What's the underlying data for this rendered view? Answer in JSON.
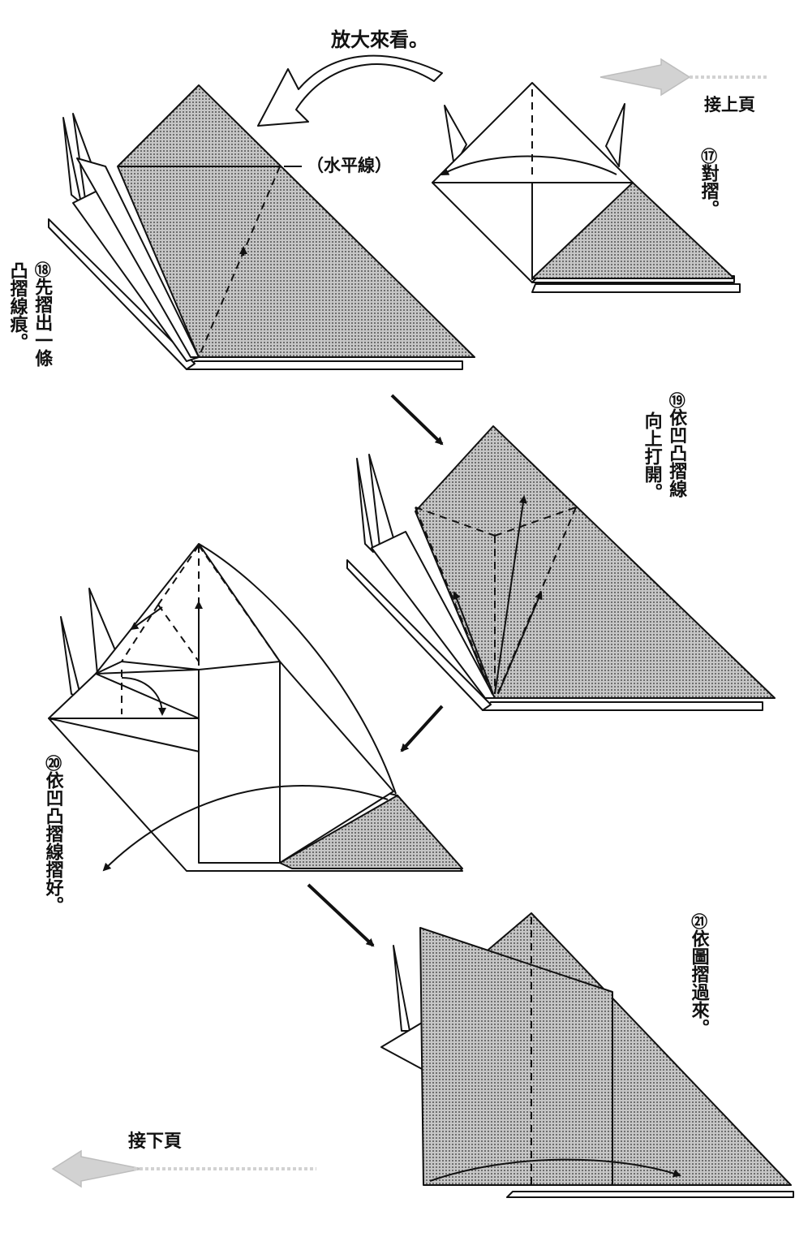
{
  "header": {
    "zoom_note": "放大來看。",
    "continue_from": "接上頁",
    "continue_to": "接下頁",
    "horizontal_line": "（水平線）"
  },
  "steps": [
    {
      "num": "⑰",
      "lines": [
        "對摺。"
      ]
    },
    {
      "num": "⑱",
      "lines": [
        "先摺出一條",
        "凸摺線痕。"
      ]
    },
    {
      "num": "⑲",
      "lines": [
        "依凹凸摺線",
        "向上打開。"
      ]
    },
    {
      "num": "⑳",
      "lines": [
        "依凹凸摺線摺好。"
      ]
    },
    {
      "num": "㉑",
      "lines": [
        "依圖摺過來。"
      ]
    }
  ],
  "colors": {
    "ink": "#111111",
    "shade": "#8c8c8c",
    "page_arrow": "#cfcfcf"
  }
}
